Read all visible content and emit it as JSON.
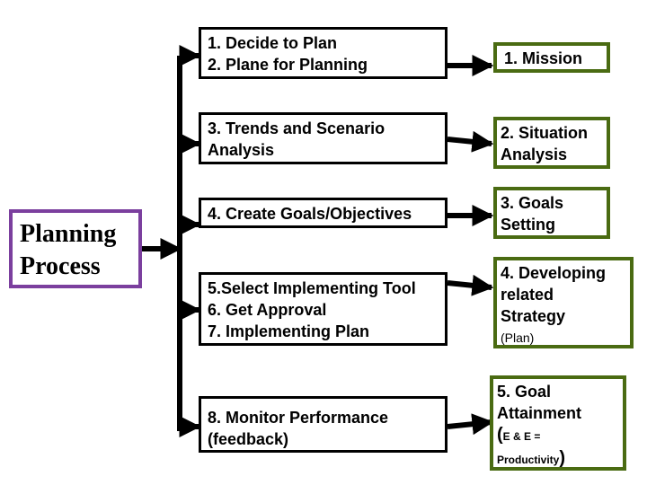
{
  "root": {
    "line1": "Planning",
    "line2": "Process",
    "border_color": "#7b3f9e"
  },
  "steps": [
    {
      "lines": [
        "1. Decide to Plan",
        "2. Plane for Planning"
      ]
    },
    {
      "lines": [
        "3. Trends and Scenario",
        "Analysis"
      ]
    },
    {
      "lines": [
        "4. Create Goals/Objectives"
      ]
    },
    {
      "lines": [
        "5.Select Implementing Tool",
        "6. Get Approval",
        "7. Implementing Plan"
      ]
    },
    {
      "lines": [
        "8. Monitor Performance",
        "(feedback)"
      ]
    }
  ],
  "outcomes": [
    {
      "lines": [
        "1. Mission"
      ]
    },
    {
      "lines": [
        "2. Situation",
        "Analysis"
      ]
    },
    {
      "lines": [
        "3. Goals",
        "Setting"
      ]
    },
    {
      "lines": [
        "4. Developing",
        "related",
        "Strategy"
      ],
      "note": "(Plan)"
    },
    {
      "lines": [
        "5. Goal",
        "Attainment"
      ],
      "note_open": "(",
      "note_text": "E & E =",
      "note_text2": "Productivity",
      "note_close": ")"
    }
  ],
  "colors": {
    "outcome_border": "#4a6b12",
    "step_border": "#000000",
    "connector": "#000000"
  }
}
